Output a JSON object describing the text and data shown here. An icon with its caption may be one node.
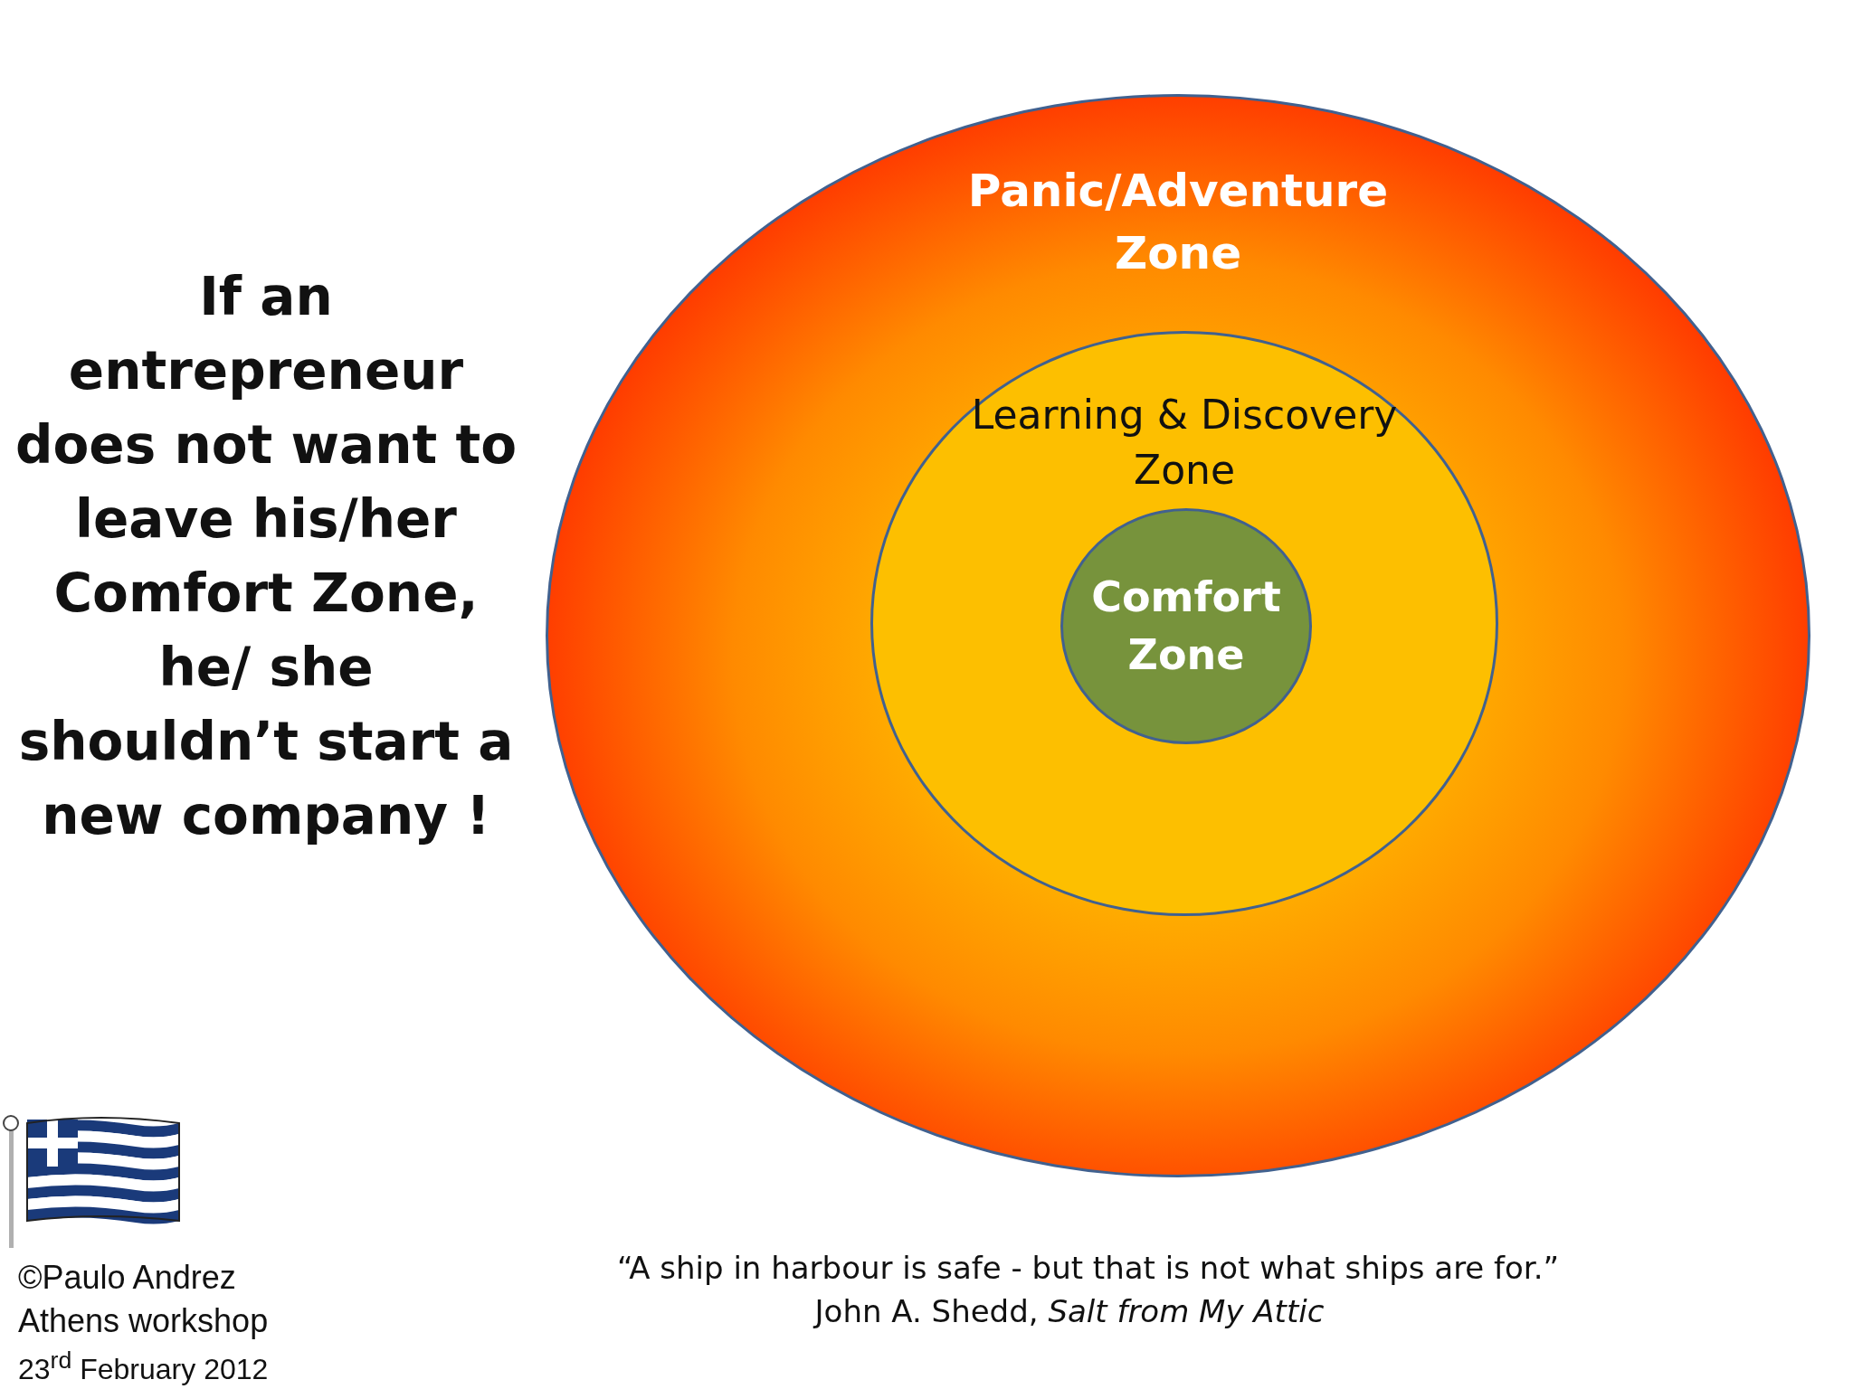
{
  "diagram": {
    "nodes": [
      {
        "text": [
          "Panic/Adventure Zone"
        ]
      },
      {
        "text": [
          "Learning & Discovery Zone"
        ],
        "in": 0
      },
      {
        "text": [
          "Comfort Zone"
        ],
        "in": 1
      }
    ],
    "labels": [
      "If an entrepreneur does not want to leave his/her Comfort Zone, he/ she shouldn’t start a new company !",
      "“A ship in harbour is safe - but that is not what ships are for.”",
      "John A. Shedd, *Salt from My Attic*",
      "©Paulo Andrez",
      "Athens workshop",
      "23$^{rd}$ February 2012"
    ]
  }
}
